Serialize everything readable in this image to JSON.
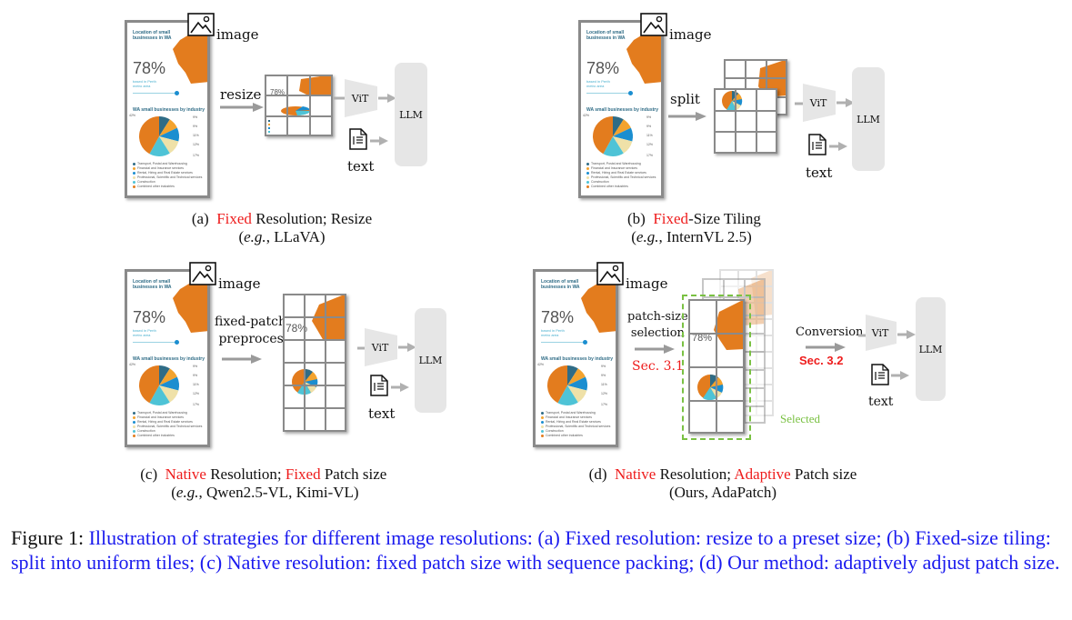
{
  "infographic": {
    "title_line1": "Location of small",
    "title_line2": "businesses in WA",
    "big_stat": "78%",
    "sub_line1": "based in Perth",
    "sub_line2": "metro area",
    "chart_title": "WA small businesses by industry",
    "pie_labels": [
      "42%",
      "9%",
      "9%",
      "11%",
      "12%",
      "17%"
    ],
    "legend": [
      {
        "label": "Transport, Postal and Warehousing",
        "color": "#2f6c86"
      },
      {
        "label": "Financial and Insurance services",
        "color": "#f3a32e"
      },
      {
        "label": "Rental, Hiring and Real Estate services",
        "color": "#1b8ed0"
      },
      {
        "label": "Professional, Scientific and Technical services",
        "color": "#efe1a8"
      },
      {
        "label": "Construction",
        "color": "#4ec3d6"
      },
      {
        "label": "Combined other industries",
        "color": "#e37c1e"
      }
    ],
    "pie_values": [
      9,
      9,
      11,
      12,
      17,
      42
    ]
  },
  "colors": {
    "orange": "#e37c1e",
    "red_highlight": "#ee1c1c",
    "caption_blue": "#1a1aee",
    "selected_green": "#7ac143",
    "box_gray": "#e6e6e6",
    "frame_gray": "#8a8a8a"
  },
  "panels": {
    "a": {
      "image_label": "image",
      "step_label": "resize",
      "vit": "ViT",
      "llm": "LLM",
      "text_label": "text",
      "caption_prefix": "(a)",
      "caption_red": "Fixed",
      "caption_rest": " Resolution; Resize",
      "caption_line2_italic": "e.g.",
      "caption_line2_rest": ", LLaVA)"
    },
    "b": {
      "image_label": "image",
      "step_label": "split",
      "vit": "ViT",
      "llm": "LLM",
      "text_label": "text",
      "caption_prefix": "(b)",
      "caption_red": "Fixed",
      "caption_rest": "-Size Tiling",
      "caption_line2_italic": "e.g.",
      "caption_line2_rest": ", InternVL 2.5)"
    },
    "c": {
      "image_label": "image",
      "step_label_line1": "fixed-patch",
      "step_label_line2": "preprocess",
      "vit": "ViT",
      "llm": "LLM",
      "text_label": "text",
      "caption_prefix": "(c)",
      "caption_red1": "Native",
      "caption_mid": " Resolution; ",
      "caption_red2": "Fixed",
      "caption_rest": " Patch size",
      "caption_line2_italic": "e.g.",
      "caption_line2_rest": ", Qwen2.5-VL, Kimi-VL)"
    },
    "d": {
      "image_label": "image",
      "step_label_line1": "patch-size",
      "step_label_line2": "selection",
      "sec1": "Sec. 3.1",
      "conversion": "Conversion",
      "sec2": "Sec. 3.2",
      "selected": "Selected",
      "vit": "ViT",
      "llm": "LLM",
      "text_label": "text",
      "caption_prefix": "(d)",
      "caption_red1": "Native",
      "caption_mid": " Resolution; ",
      "caption_red2": "Adaptive",
      "caption_rest": " Patch size",
      "caption_line2": "(Ours, AdaPatch)"
    }
  },
  "figure_caption": {
    "label": "Figure 1:",
    "text": " Illustration of strategies for different image resolutions: (a) Fixed resolution: resize to a preset size; (b) Fixed-size tiling: split into uniform tiles; (c) Native resolution: fixed patch size with sequence packing; (d) Our method: adaptively adjust patch size."
  }
}
